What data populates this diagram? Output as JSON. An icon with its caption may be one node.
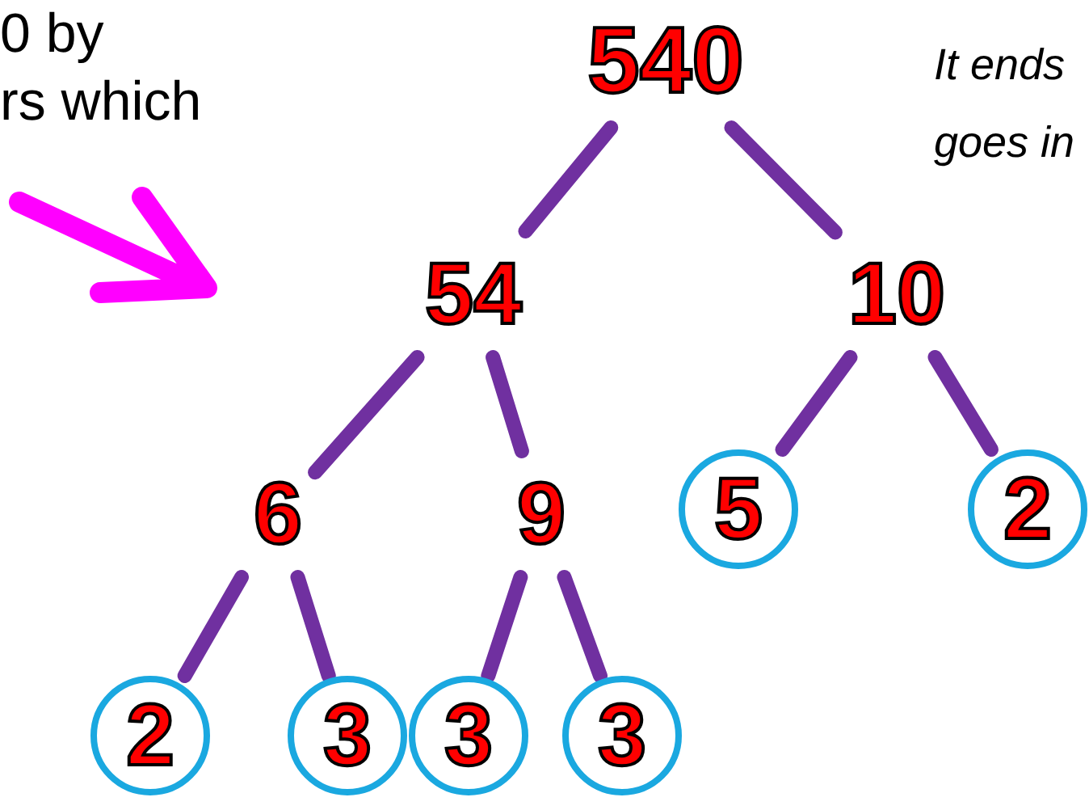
{
  "diagram": {
    "nodes": [
      {
        "text": [
          "540"
        ]
      },
      {
        "text": [
          "54"
        ]
      },
      {
        "text": [
          "10"
        ]
      },
      {
        "text": [
          "6"
        ]
      },
      {
        "text": [
          "9"
        ]
      },
      {
        "text": [
          "5"
        ]
      },
      {
        "text": [
          "2"
        ]
      },
      {
        "text": [
          "2"
        ]
      },
      {
        "text": [
          "3"
        ]
      },
      {
        "text": [
          "3"
        ]
      },
      {
        "text": [
          "3"
        ]
      }
    ],
    "edges": [
      {
        "from": 0,
        "to": 1,
        "arrow": "none"
      },
      {
        "from": 0,
        "to": 2,
        "arrow": "none"
      },
      {
        "from": 1,
        "to": 3,
        "arrow": "none"
      },
      {
        "from": 1,
        "to": 4,
        "arrow": "none"
      },
      {
        "from": 2,
        "to": 5,
        "arrow": "none"
      },
      {
        "from": 2,
        "to": 6,
        "arrow": "none"
      },
      {
        "from": 3,
        "to": 7,
        "arrow": "none"
      },
      {
        "from": 3,
        "to": 8,
        "arrow": "none"
      },
      {
        "from": 4,
        "to": 9,
        "arrow": "none"
      },
      {
        "from": 4,
        "to": 10,
        "arrow": "none"
      }
    ],
    "labels": [
      "0 by",
      "rs which",
      "It ends",
      "goes in"
    ]
  }
}
